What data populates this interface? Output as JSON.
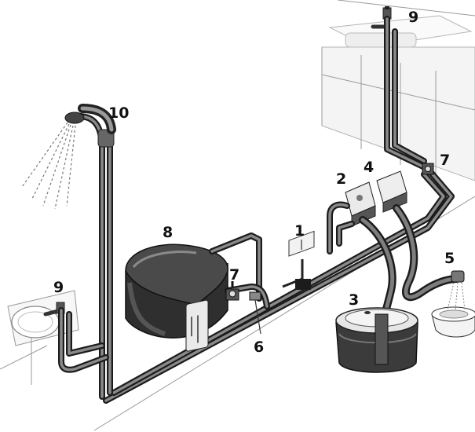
{
  "callouts": {
    "c1": "1",
    "c2": "2",
    "c3": "3",
    "c4": "4",
    "c5": "5",
    "c6": "6",
    "c7_left": "7",
    "c7_right": "7",
    "c8": "8",
    "c9_left": "9",
    "c9_top": "9",
    "c10": "10"
  },
  "colors": {
    "pipe": "#1c1c1c",
    "pipe_highlight": "#8a8a8a",
    "tank": "#3a3a3a",
    "background": "#ffffff"
  }
}
